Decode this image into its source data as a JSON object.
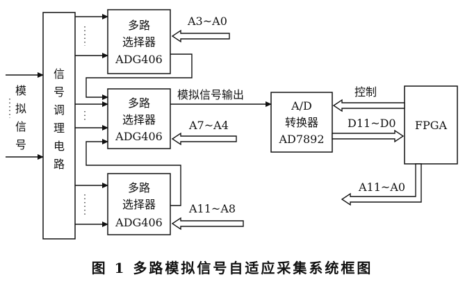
{
  "input_label": "模拟信号",
  "conditioning_label": "信号调理电路",
  "mux_boxes": [
    {
      "line1": "多路",
      "line2": "选择器",
      "line3": "ADG406",
      "address": "A3~A0"
    },
    {
      "line1": "多路",
      "line2": "选择器",
      "line3": "ADG406",
      "address": "A7~A4"
    },
    {
      "line1": "多路",
      "line2": "选择器",
      "line3": "ADG406",
      "address": "A11~A8"
    }
  ],
  "output_label": "模拟信号输出",
  "adc": {
    "line1": "A/D",
    "line2": "转换器",
    "line3": "AD7892"
  },
  "control_label": "控制",
  "data_bus_label": "D11~D0",
  "fpga_label": "FPGA",
  "address_out_label": "A11~A0",
  "caption": "图 1   多路模拟信号自适应采集系统框图"
}
